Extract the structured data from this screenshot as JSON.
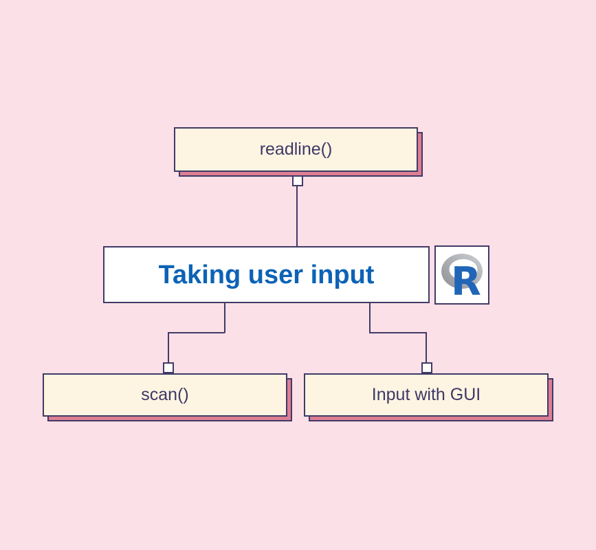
{
  "diagram": {
    "top_node": {
      "label": "readline()"
    },
    "center_node": {
      "label": "Taking user input"
    },
    "bottom_left_node": {
      "label": "scan()"
    },
    "bottom_right_node": {
      "label": "Input with GUI"
    },
    "r_logo": {
      "letter": "R"
    }
  },
  "colors": {
    "background": "#FCE0E7",
    "node_fill_cream": "#FDF4E2",
    "node_fill_white": "#FFFFFF",
    "border_navy": "#403A66",
    "shadow_pink": "#DD7E94",
    "label_navy": "#3E3966",
    "center_label_blue": "#0D63B5",
    "r_logo_blue": "#2065B8",
    "r_logo_gray_light": "#CCCFD3",
    "r_logo_gray_dark": "#8E9097"
  }
}
